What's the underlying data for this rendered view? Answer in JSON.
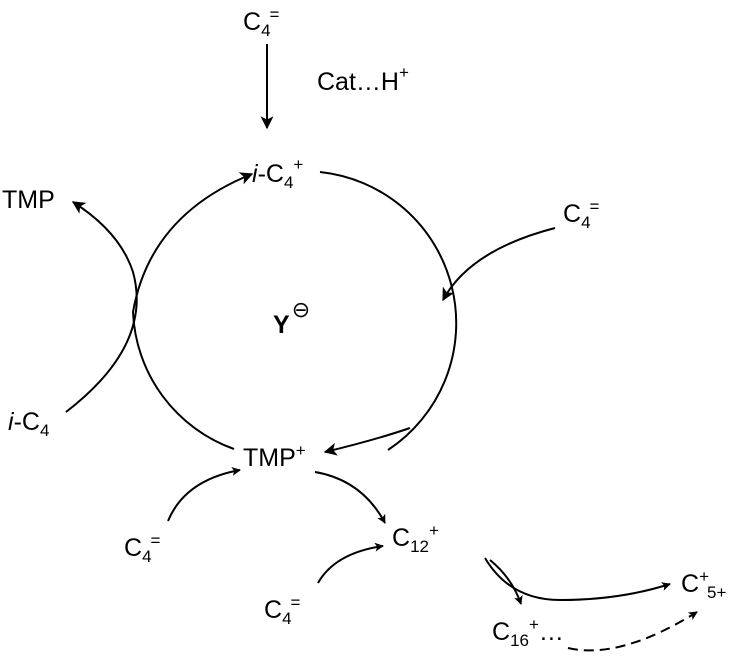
{
  "diagram": {
    "labels": {
      "c4_top": {
        "base": "C",
        "sub": "4",
        "sup": "="
      },
      "catalyst": {
        "base": "Cat…H",
        "sup": "+"
      },
      "i_c4_plus": {
        "italic": "i",
        "base": "-C",
        "sub": "4",
        "sup": "+"
      },
      "tmp_product": {
        "base": "TMP"
      },
      "c4_right": {
        "base": "C",
        "sub": "4",
        "sup": "="
      },
      "anion": {
        "base": "Y",
        "sup": "⊖"
      },
      "i_c4_left": {
        "italic": "i",
        "base": "-C",
        "sub": "4"
      },
      "tmp_plus": {
        "base": "TMP",
        "sup": "+"
      },
      "c4_lower_left": {
        "base": "C",
        "sub": "4",
        "sup": "="
      },
      "c12_plus": {
        "base": "C",
        "sub": "12",
        "sup": "+"
      },
      "c4_bottom": {
        "base": "C",
        "sub": "4",
        "sup": "="
      },
      "c16_plus": {
        "base": "C",
        "sub": "16",
        "sup": "+",
        "suffix": "…"
      },
      "c5_plus": {
        "base": "C",
        "sup": "+",
        "sub": "5+"
      }
    },
    "colors": {
      "stroke": "#000000",
      "background": "#ffffff"
    }
  }
}
